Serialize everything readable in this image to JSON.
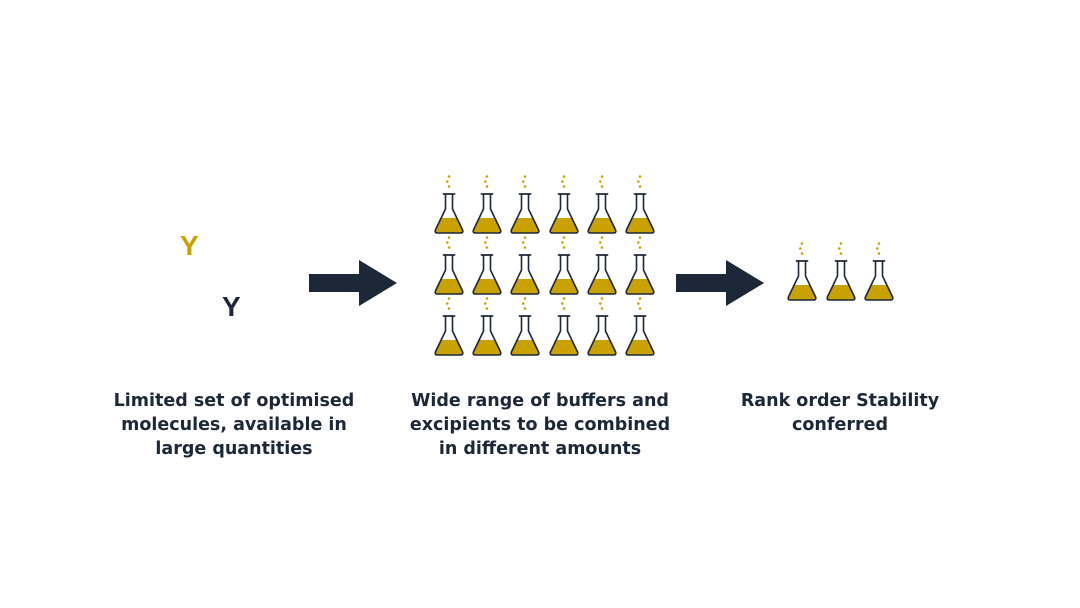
{
  "colors": {
    "navy": "#1c2837",
    "gold": "#c9a100",
    "flask_outline": "#1c2837",
    "background": "#ffffff"
  },
  "molecules": {
    "gold_glyph": "Y",
    "navy_glyph": "Y"
  },
  "grid": {
    "rows": 3,
    "cols": 6
  },
  "ranked_flask_count": 3,
  "captions": {
    "molecules": [
      "Limited set of optimised",
      "molecules, available in",
      "large quantities"
    ],
    "buffers": [
      "Wide range of buffers and",
      "excipients to be combined",
      "in different amounts"
    ],
    "rank": [
      "Rank order Stability",
      "conferred"
    ]
  }
}
